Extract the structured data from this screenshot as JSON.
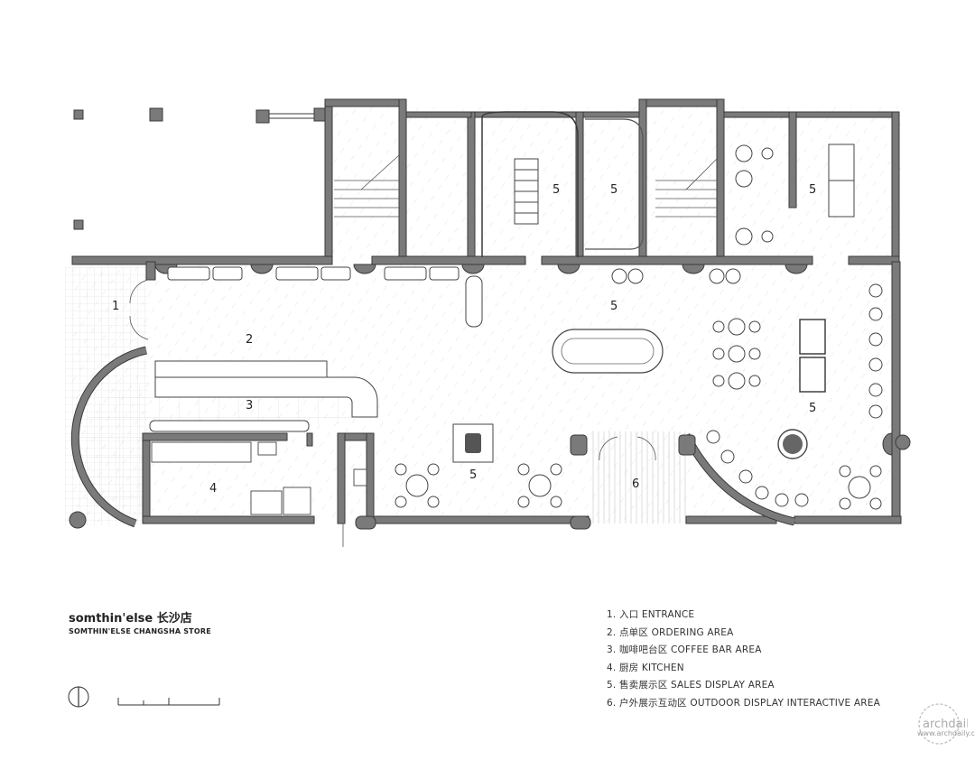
{
  "store": {
    "title": "somthin'else 长沙店",
    "subtitle": "SOMTHIN'ELSE CHANGSHA STORE"
  },
  "rooms": [
    {
      "number": "1"
    },
    {
      "number": "2"
    },
    {
      "number": "3"
    },
    {
      "number": "4"
    },
    {
      "number": "5"
    },
    {
      "number": "5"
    },
    {
      "number": "5"
    },
    {
      "number": "5"
    },
    {
      "number": "5"
    },
    {
      "number": "5"
    },
    {
      "number": "6"
    }
  ],
  "legend": [
    "1. 入口 ENTRANCE",
    "2. 点单区 ORDERING AREA",
    "3. 咖啡吧台区 COFFEE BAR AREA",
    "4. 厨房 KITCHEN",
    "5. 售卖展示区 SALES DISPLAY AREA",
    "6. 户外展示互动区 OUTDOOR DISPLAY INTERACTIVE AREA"
  ],
  "watermark": {
    "logo": "archdaily",
    "text": "www.archdaily.cn"
  },
  "colors": {
    "wall": "#7a7a7a",
    "wall_outline": "#3a3a3a",
    "floor_hatch": "#e8e8e8",
    "outdoor_grid": "#d6d6d6"
  }
}
